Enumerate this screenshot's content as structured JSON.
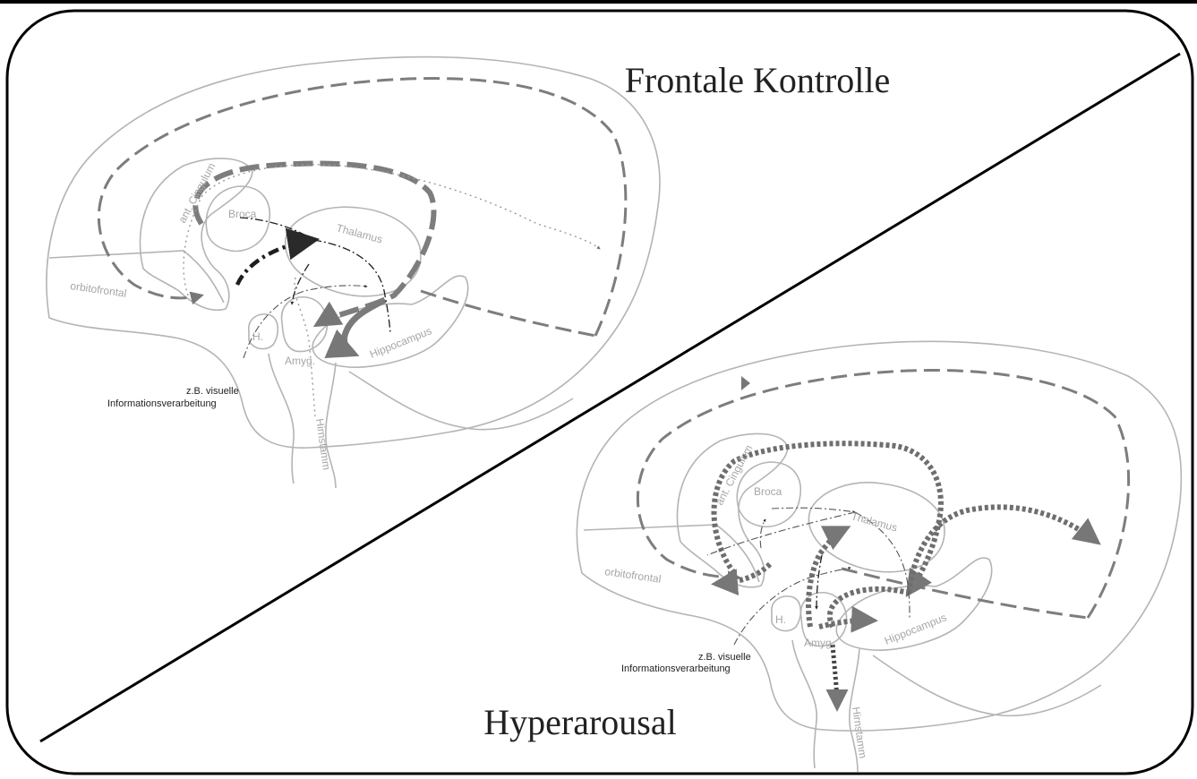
{
  "panels": {
    "top": {
      "title": "Frontale Kontrolle",
      "labels": {
        "cingulum": "ant. Cingulum",
        "broca": "Broca",
        "thalamus": "Thalamus",
        "orbitofrontal": "orbitofrontal",
        "hypothalamus": "H.",
        "amygdala": "Amyg.",
        "hippocampus": "Hippocampus",
        "brainstem": "Hirnstamm"
      },
      "note_line1": "z.B. visuelle",
      "note_line2": "Informationsverarbeitung"
    },
    "bottom": {
      "title": "Hyperarousal",
      "labels": {
        "cingulum": "ant. Cingulum",
        "broca": "Broca",
        "thalamus": "Thalamus",
        "orbitofrontal": "orbitofrontal",
        "hypothalamus": "H.",
        "amygdala": "Amyg.",
        "hippocampus": "Hippocampus",
        "brainstem": "Hirnstamm"
      },
      "note_line1": "z.B. visuelle",
      "note_line2": "Informationsverarbeitung"
    }
  },
  "colors": {
    "outline": "#b4b4b4",
    "pathway_gray": "#7d7d7d",
    "pathway_dark": "#1e1e1e",
    "title": "#222222",
    "frame": "#000000"
  }
}
